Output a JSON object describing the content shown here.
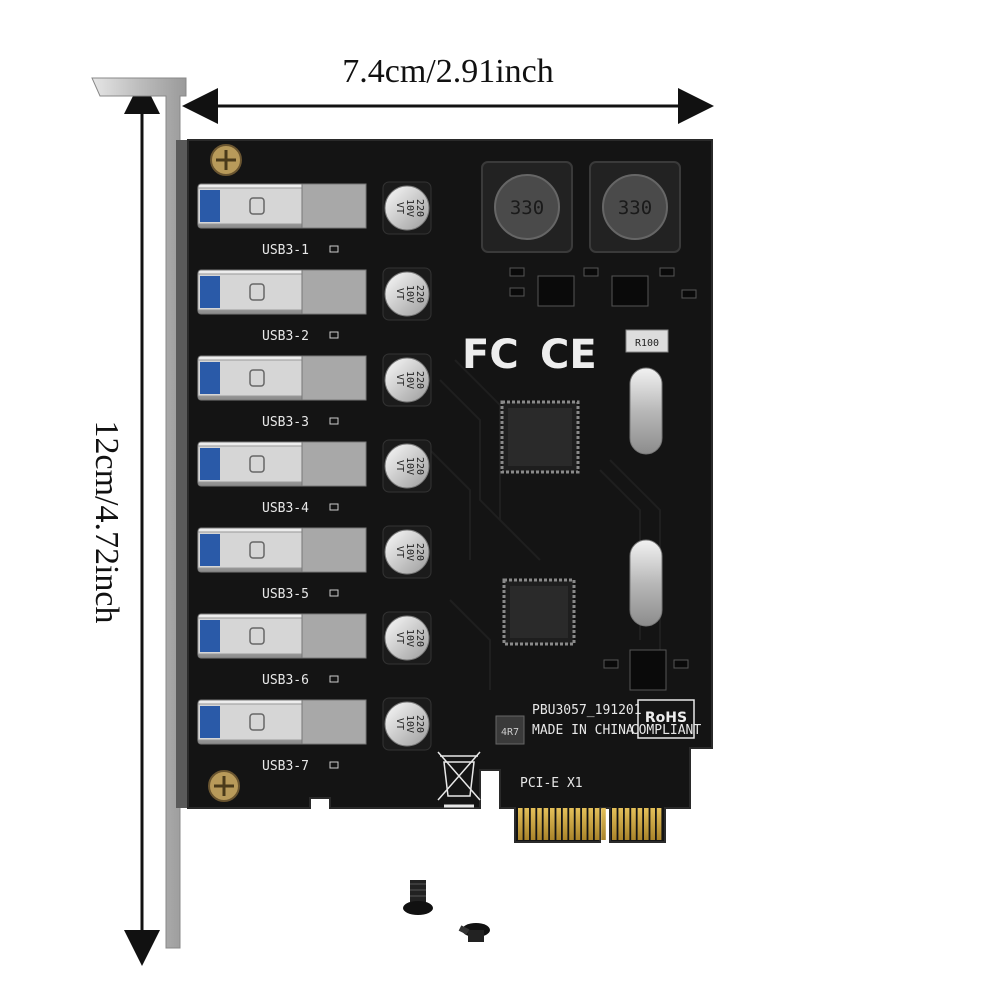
{
  "dimensions": {
    "width_label": "7.4cm/2.91inch",
    "height_label": "12cm/4.72inch"
  },
  "ports": [
    {
      "label": "USB3-1",
      "cap_top": "220",
      "cap_mid": "10V",
      "cap_bot": "VT"
    },
    {
      "label": "USB3-2",
      "cap_top": "220",
      "cap_mid": "10V",
      "cap_bot": "VT"
    },
    {
      "label": "USB3-3",
      "cap_top": "220",
      "cap_mid": "10V",
      "cap_bot": "VT"
    },
    {
      "label": "USB3-4",
      "cap_top": "220",
      "cap_mid": "10V",
      "cap_bot": "VT"
    },
    {
      "label": "USB3-5",
      "cap_top": "220",
      "cap_mid": "10V",
      "cap_bot": "VT"
    },
    {
      "label": "USB3-6",
      "cap_top": "220",
      "cap_mid": "10V",
      "cap_bot": "VT"
    },
    {
      "label": "USB3-7",
      "cap_top": "220",
      "cap_mid": "10V",
      "cap_bot": "VT"
    }
  ],
  "inductors": [
    "330",
    "330"
  ],
  "board": {
    "model": "PBU3057_191201",
    "origin": "MADE IN CHINA",
    "interface": "PCI-E  X1",
    "rohs": "RoHS",
    "rohs_sub": "COMPLIANT",
    "fcc": "FC",
    "ce": "CE",
    "small_chip": "R100",
    "choke": "4R7"
  },
  "colors": {
    "pcb": "#141414",
    "bracket": "#c8c8c8",
    "gold": "#c9a23a",
    "silkscreen": "#ededed"
  }
}
